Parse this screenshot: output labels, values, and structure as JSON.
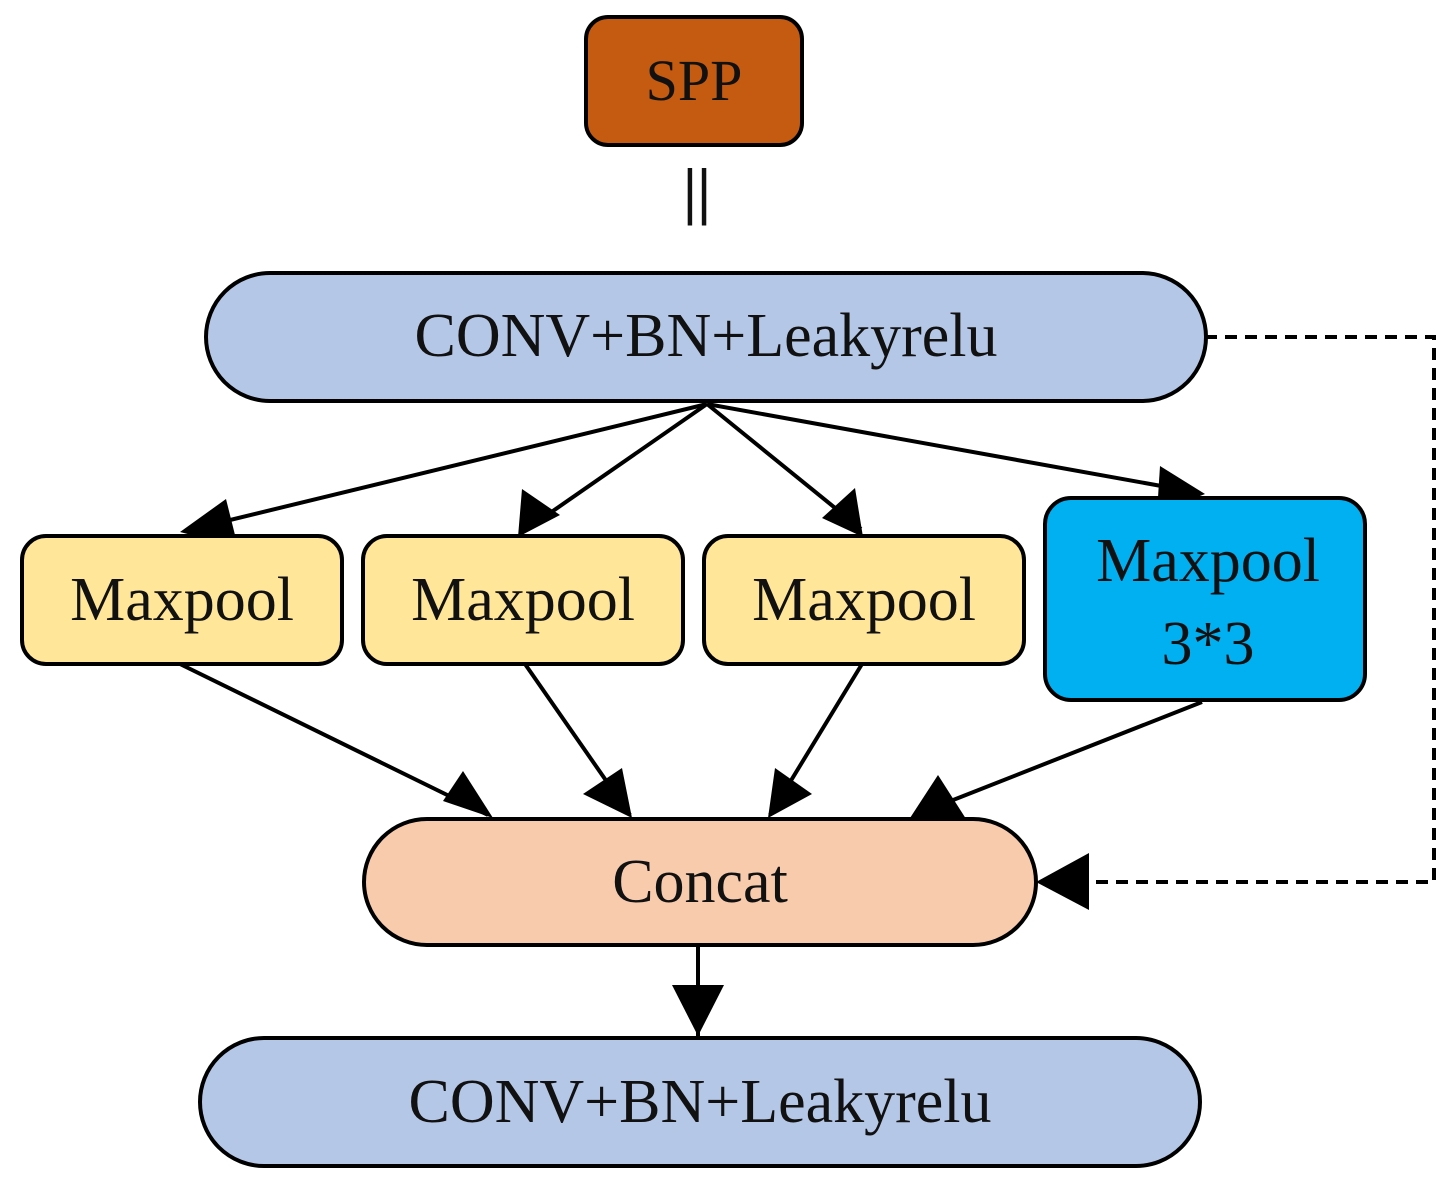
{
  "diagram": {
    "title": "SPP",
    "equals_symbol": "||",
    "conv_top": "CONV+BN+Leakyrelu",
    "maxpool_1": "Maxpool",
    "maxpool_2": "Maxpool",
    "maxpool_3": "Maxpool",
    "maxpool_4_line1": "Maxpool",
    "maxpool_4_line2": "3*3",
    "concat": "Concat",
    "conv_bottom": "CONV+BN+Leakyrelu"
  },
  "colors": {
    "spp_fill": "#C55A11",
    "conv_fill": "#B4C7E7",
    "maxpool_fill": "#FFE699",
    "maxpool_highlight_fill": "#00B0F0",
    "concat_fill": "#F8CBAD",
    "stroke": "#000000"
  }
}
